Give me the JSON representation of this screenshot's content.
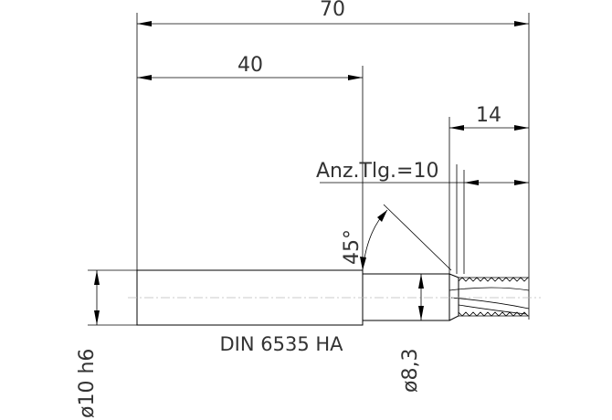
{
  "dimensions": {
    "overall_length": "70",
    "shank_length": "40",
    "thread_length": "14",
    "thread_count_label": "Anz.Tlg.=10",
    "chamfer_angle": "45°",
    "shank_diameter": "ø10 h6",
    "neck_diameter": "ø8,3"
  },
  "part": {
    "standard_label": "DIN 6535 HA"
  }
}
